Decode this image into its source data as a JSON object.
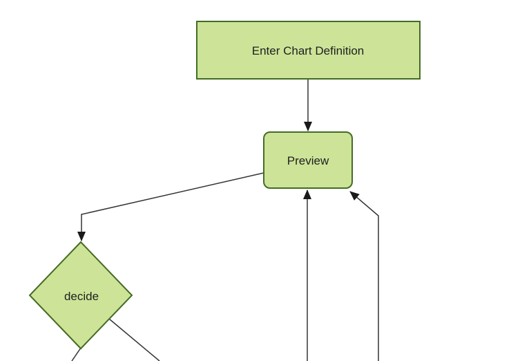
{
  "diagram": {
    "kind": "flowchart",
    "background_color": "#ffffff",
    "node_fill_color": "#cde498",
    "node_border_color": "#436b24",
    "edge_color": "#333333",
    "arrowhead_color": "#1a1a1a",
    "text_color": "#1f1f1f",
    "nodes": [
      {
        "id": "enter-chart-definition",
        "label": "Enter Chart Definition",
        "shape": "rectangle"
      },
      {
        "id": "preview",
        "label": "Preview",
        "shape": "rounded-rectangle"
      },
      {
        "id": "decide",
        "label": "decide",
        "shape": "diamond"
      }
    ],
    "edges": [
      {
        "from": "enter-chart-definition",
        "to": "preview",
        "arrowhead": true
      },
      {
        "from": "preview",
        "to": "decide",
        "arrowhead": true
      },
      {
        "from": "offscreen-bottom",
        "to": "preview",
        "arrowhead": true
      },
      {
        "from": "offscreen-bottom-right",
        "to": "preview",
        "arrowhead": true
      },
      {
        "from": "decide",
        "to": "offscreen-bottom",
        "arrowhead": false
      },
      {
        "from": "decide",
        "to": "offscreen-bottom-right",
        "arrowhead": false
      }
    ]
  }
}
